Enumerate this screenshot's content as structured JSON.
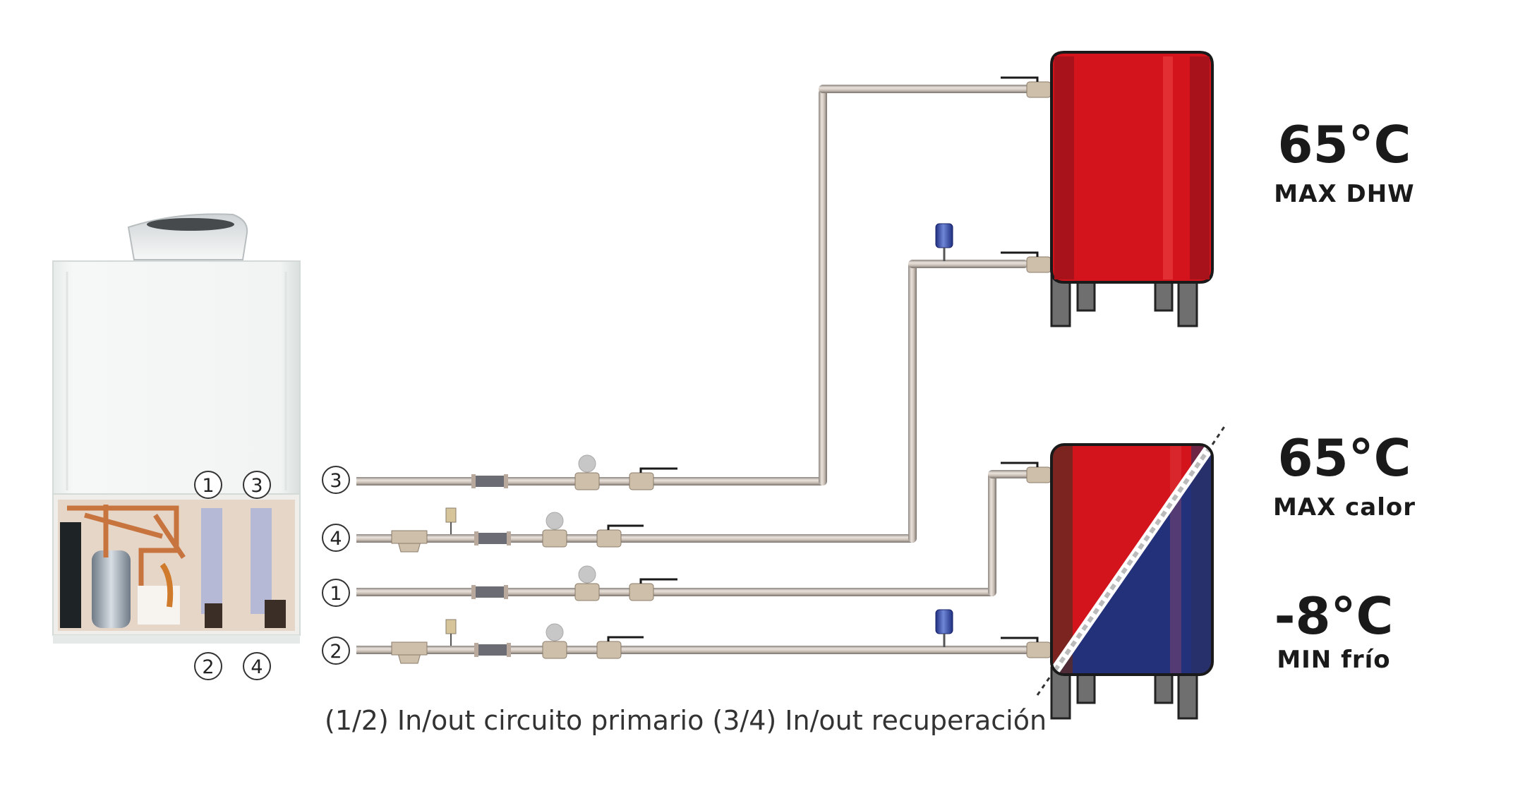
{
  "hot_tank": {
    "temperature": "65°C",
    "label": "MAX DHW"
  },
  "buffer_tank": {
    "hot_temperature": "65°C",
    "hot_label": "MAX calor",
    "cold_temperature": "-8°C",
    "cold_label": "MIN frío"
  },
  "unit_ports": {
    "top": [
      "1",
      "3"
    ],
    "bottom": [
      "2",
      "4"
    ]
  },
  "pipe_lines": [
    "3",
    "4",
    "1",
    "2"
  ],
  "caption": "(1/2) In/out circuito primario (3/4) In/out recuperación",
  "colors": {
    "hot": "#d4141c",
    "cold": "#23307a",
    "pipe": "#c9bdb3",
    "leg": "#6f6f6f"
  }
}
